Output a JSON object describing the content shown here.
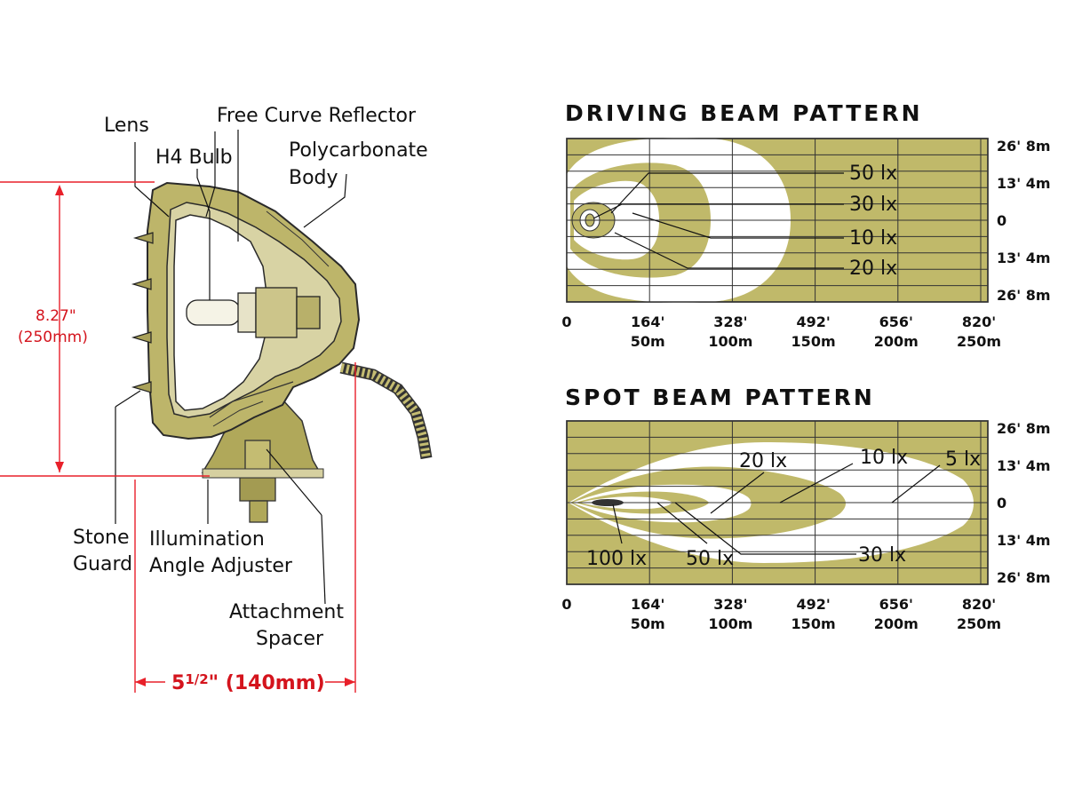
{
  "colors": {
    "olive": "#c0b96a",
    "dark_olive": "#a69f52",
    "dimension_red": "#d4141d",
    "background": "#ffffff"
  },
  "diagram": {
    "labels": {
      "lens": "Lens",
      "free_curve_reflector": "Free Curve Reflector",
      "h4_bulb": "H4 Bulb",
      "polycarbonate_body_1": "Polycarbonate",
      "polycarbonate_body_2": "Body",
      "stone_guard_1": "Stone",
      "stone_guard_2": "Guard",
      "illumination_1": "Illumination",
      "illumination_2": "Angle Adjuster",
      "attachment_1": "Attachment",
      "attachment_2": "Spacer"
    },
    "dimensions": {
      "height_in": "8.27\"",
      "height_mm": "(250mm)",
      "width_whole": "5",
      "width_frac": "1/2",
      "width_rest": "\" (140mm)"
    }
  },
  "chart_data": [
    {
      "type": "heatmap",
      "title": "DRIVING BEAM PATTERN",
      "x_ticks_ft": [
        "0",
        "164'",
        "328'",
        "492'",
        "656'",
        "820'"
      ],
      "x_ticks_m": [
        "",
        "50m",
        "100m",
        "150m",
        "200m",
        "250m"
      ],
      "x_m": [
        0,
        50,
        100,
        150,
        200,
        250
      ],
      "y_ticks": [
        "26' 8m",
        "13' 4m",
        "0",
        "13' 4m",
        "26' 8m"
      ],
      "y_m": [
        8,
        4,
        0,
        -4,
        -8
      ],
      "contours_lx": [
        "50 lx",
        "30 lx",
        "10 lx",
        "20 lx"
      ],
      "grid": true
    },
    {
      "type": "heatmap",
      "title": "SPOT BEAM PATTERN",
      "x_ticks_ft": [
        "0",
        "164'",
        "328'",
        "492'",
        "656'",
        "820'"
      ],
      "x_ticks_m": [
        "",
        "50m",
        "100m",
        "150m",
        "200m",
        "250m"
      ],
      "x_m": [
        0,
        50,
        100,
        150,
        200,
        250
      ],
      "y_ticks": [
        "26' 8m",
        "13' 4m",
        "0",
        "13' 4m",
        "26' 8m"
      ],
      "y_m": [
        8,
        4,
        0,
        -4,
        -8
      ],
      "contours_lx": [
        "20 lx",
        "10 lx",
        "5 lx",
        "100 lx",
        "50 lx",
        "30 lx"
      ],
      "grid": true
    }
  ]
}
